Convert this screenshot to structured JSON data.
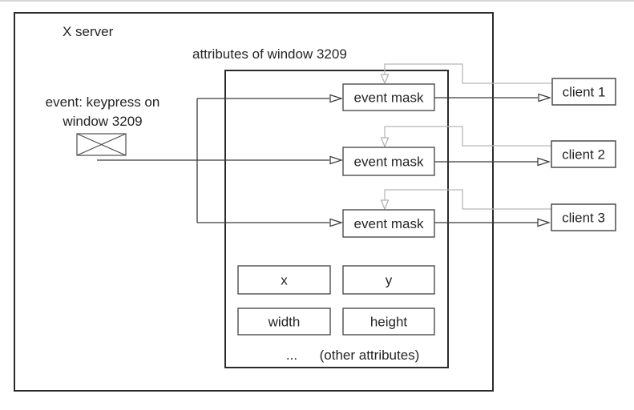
{
  "diagram_title": "X server",
  "attributes_panel": {
    "title": "attributes of window 3209",
    "event_masks": [
      "event mask",
      "event mask",
      "event mask"
    ],
    "fields": [
      "x",
      "y",
      "width",
      "height"
    ],
    "ellipsis": "...",
    "other_attributes": "(other attributes)"
  },
  "event": {
    "label_line1": "event: keypress on",
    "label_line2": "window 3209"
  },
  "clients": [
    "client 1",
    "client 2",
    "client 3"
  ],
  "icons": {
    "envelope": "envelope-icon"
  },
  "colors": {
    "background": "#ffffff",
    "outer_box_border": "#2b2b2b",
    "inner_box_border": "#4d4d4d",
    "event_line": "#3a3a3a",
    "mask_set_line": "#b8b8b8",
    "text": "#242424"
  }
}
